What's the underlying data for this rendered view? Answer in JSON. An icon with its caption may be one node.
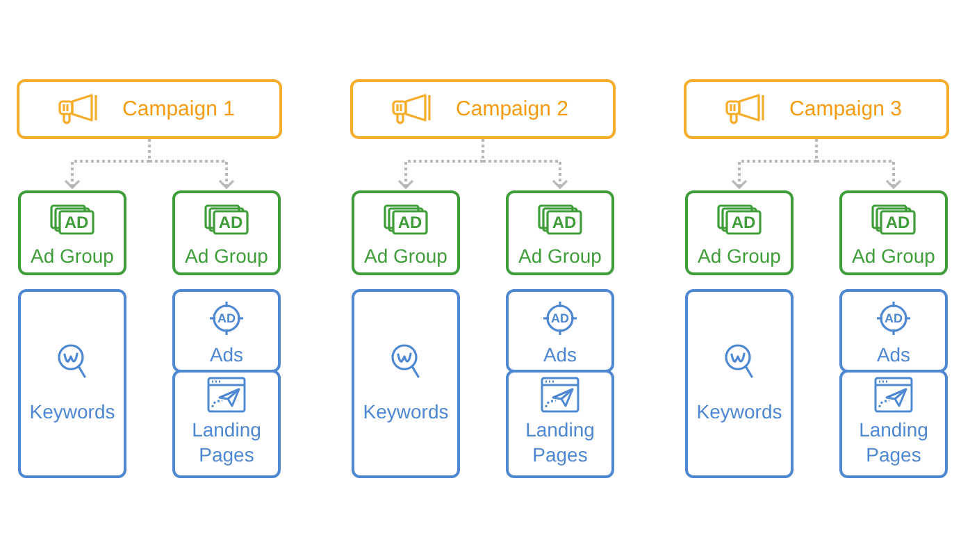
{
  "diagram": {
    "nodes": [
      {
        "text": [
          "Campaign 1"
        ]
      },
      {
        "text": [
          "AD",
          "Ad Group"
        ]
      },
      {
        "text": [
          "AD",
          "Ad Group"
        ]
      },
      {
        "text": [
          "Keywords"
        ]
      },
      {
        "text": [
          "AD",
          "Ads"
        ]
      },
      {
        "text": [
          "Landing Pages"
        ]
      },
      {
        "text": [
          "Campaign 2"
        ]
      },
      {
        "text": [
          "AD",
          "Ad Group"
        ]
      },
      {
        "text": [
          "AD",
          "Ad Group"
        ]
      },
      {
        "text": [
          "Keywords"
        ]
      },
      {
        "text": [
          "AD",
          "Ads"
        ]
      },
      {
        "text": [
          "Landing Pages"
        ]
      },
      {
        "text": [
          "Campaign 3"
        ]
      },
      {
        "text": [
          "AD",
          "Ad Group"
        ]
      },
      {
        "text": [
          "AD",
          "Ad Group"
        ]
      },
      {
        "text": [
          "Keywords"
        ]
      },
      {
        "text": [
          "AD",
          "Ads"
        ]
      },
      {
        "text": [
          "Landing Pages"
        ]
      }
    ],
    "edges": [
      {
        "from": 0,
        "to": 1,
        "arrow": "to",
        "style": "dashed"
      },
      {
        "from": 0,
        "to": 2,
        "arrow": "to",
        "style": "dashed"
      },
      {
        "from": 6,
        "to": 7,
        "arrow": "to",
        "style": "dashed"
      },
      {
        "from": 6,
        "to": 8,
        "arrow": "to",
        "style": "dashed"
      },
      {
        "from": 12,
        "to": 13,
        "arrow": "to",
        "style": "dashed"
      },
      {
        "from": 12,
        "to": 14,
        "arrow": "to",
        "style": "dashed"
      }
    ]
  }
}
